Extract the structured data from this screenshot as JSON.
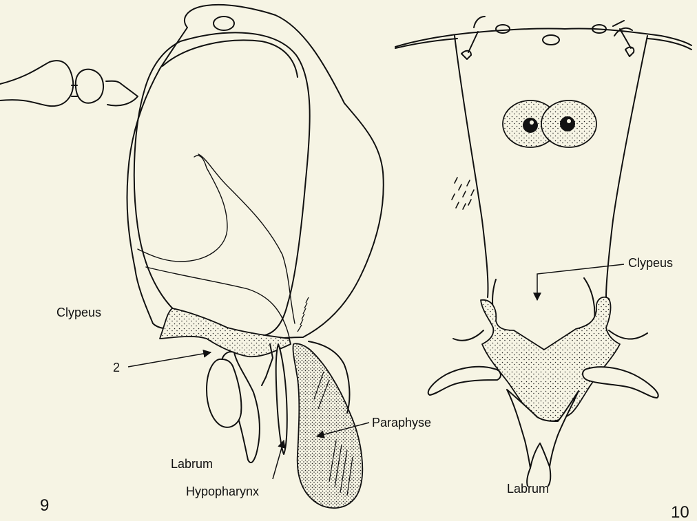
{
  "figure_9": {
    "number": "9",
    "labels": {
      "clypeus": "Clypeus",
      "two": "2",
      "labrum": "Labrum",
      "hypopharynx": "Hypopharynx",
      "paraphyse": "Paraphyse"
    }
  },
  "figure_10": {
    "number": "10",
    "labels": {
      "clypeus": "Clypeus",
      "labrum": "Labrum"
    }
  },
  "colors": {
    "paper": "#f6f4e4",
    "ink": "#111111"
  }
}
